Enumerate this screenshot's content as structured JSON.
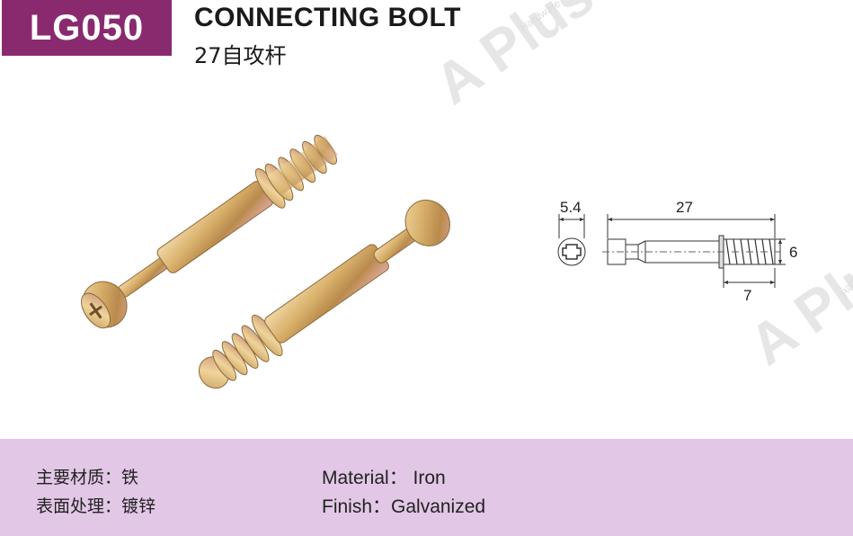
{
  "header": {
    "code": "LG050",
    "title": "CONNECTING BOLT",
    "subtitle": "27自攻杆"
  },
  "watermark": {
    "brand": "A Plus",
    "small": "Hardware"
  },
  "drawing": {
    "dim_head": "5.4",
    "dim_length": "27",
    "dim_thread_dia": "6",
    "dim_thread_len": "7"
  },
  "specs": {
    "material_cn": "主要材质：铁",
    "finish_cn": "表面处理：镀锌",
    "material_en": "Material： Iron",
    "finish_en": "Finish：Galvanized"
  },
  "colors": {
    "badge": "#8a2a6e",
    "band": "#e2c7e6"
  }
}
